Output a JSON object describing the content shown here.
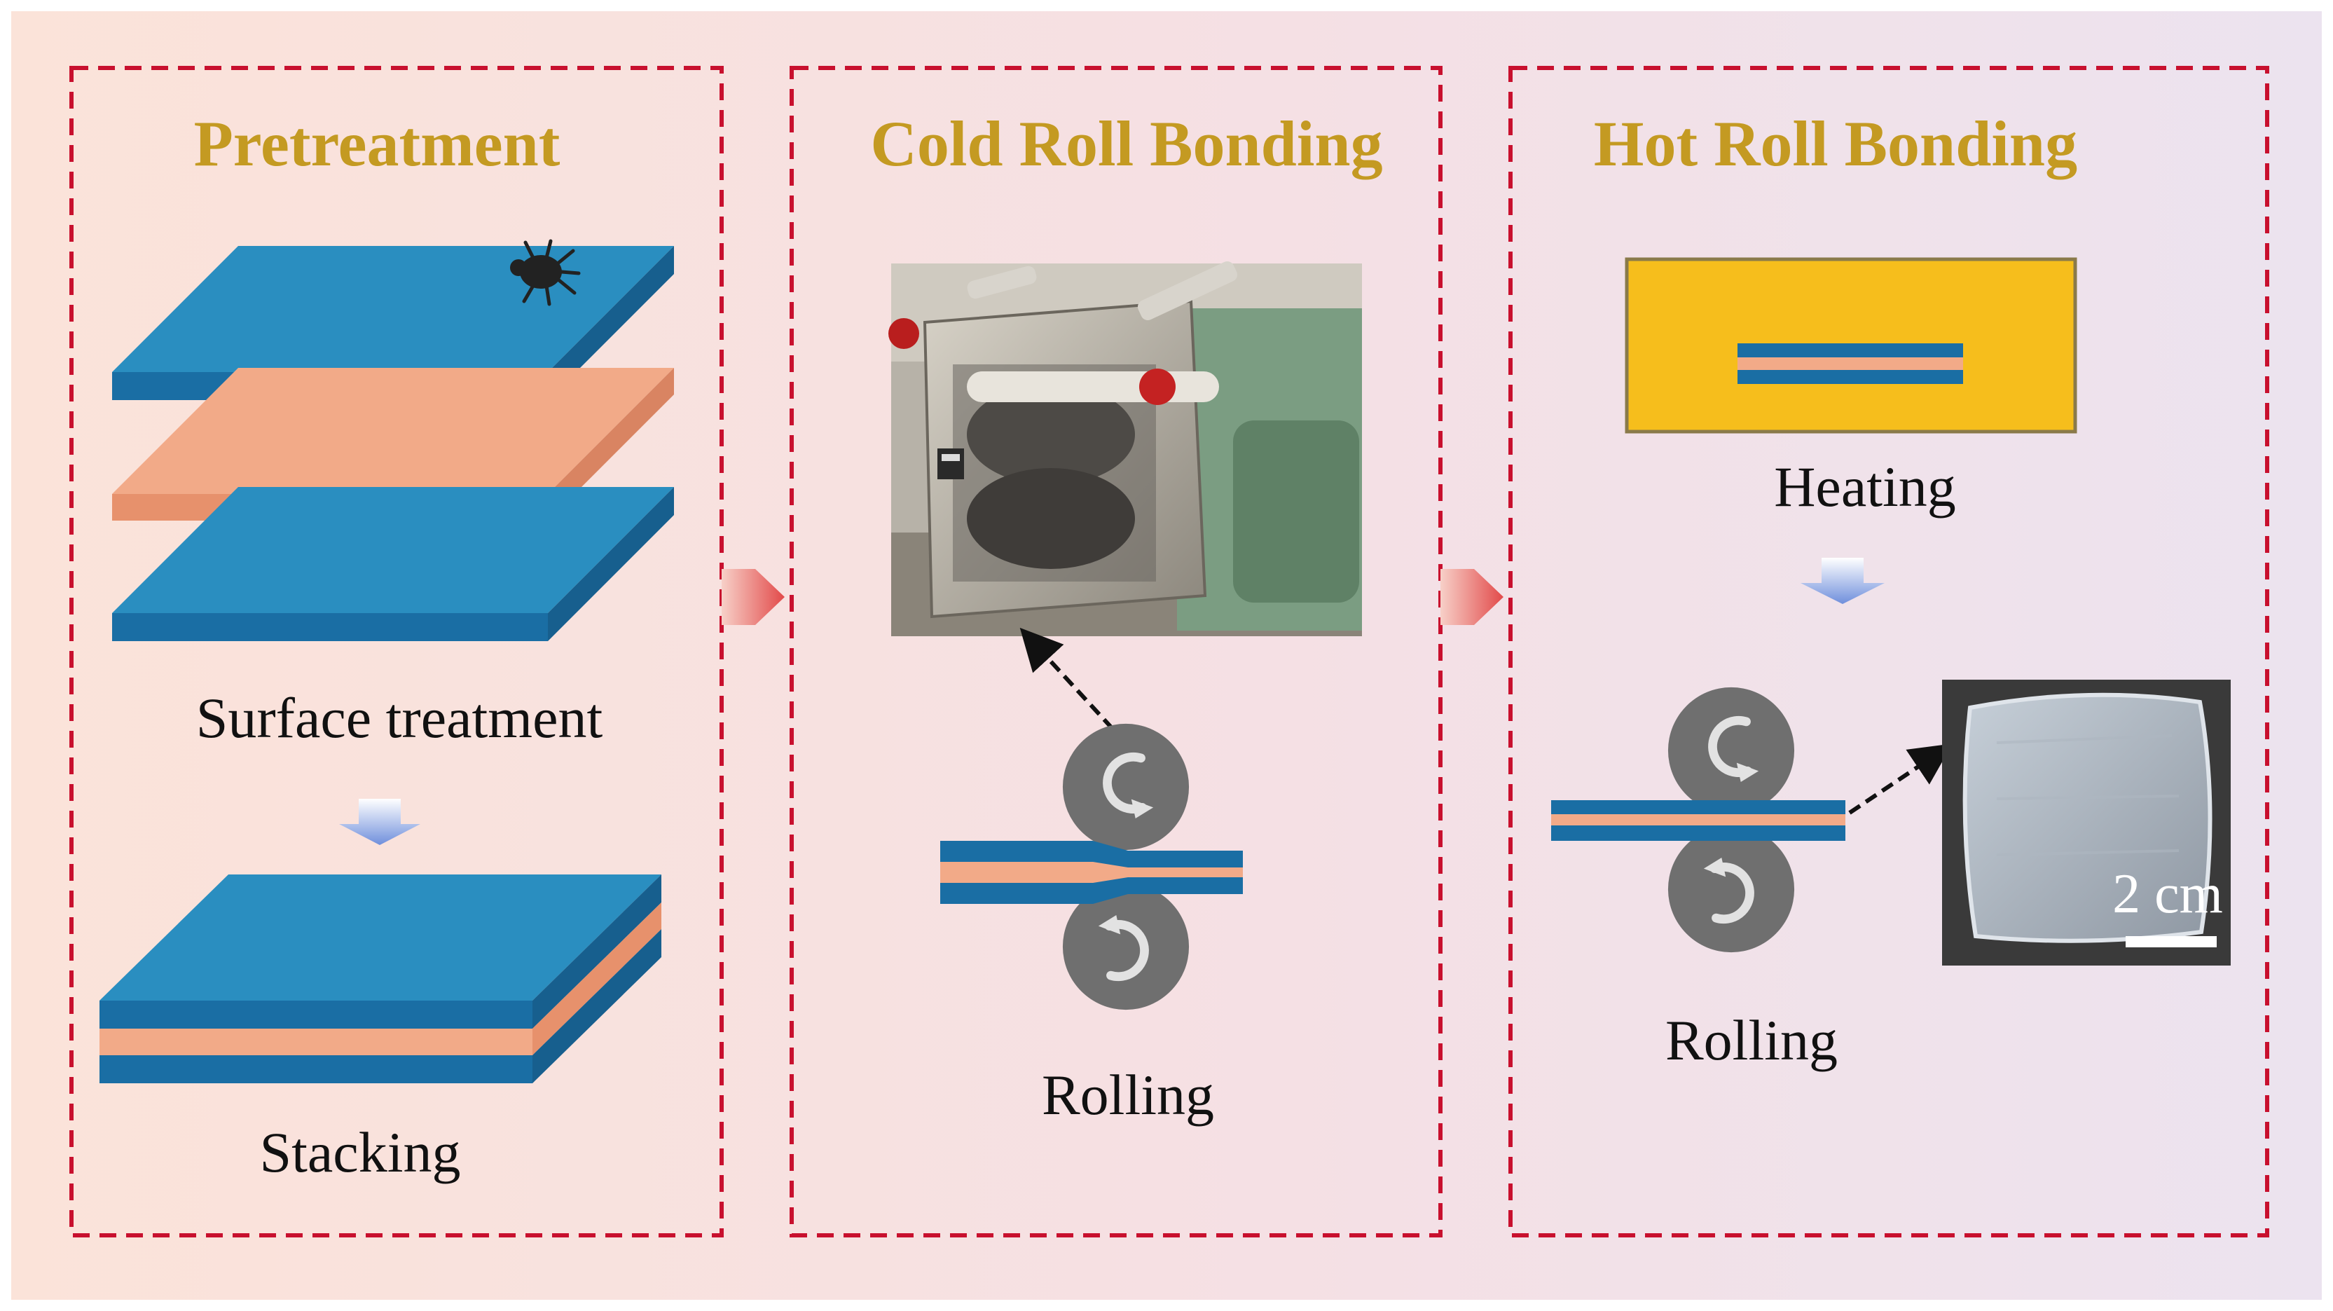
{
  "panels": {
    "pretreatment": {
      "title": "Pretreatment",
      "steps": [
        "Surface treatment",
        "Stacking"
      ]
    },
    "cold_roll_bonding": {
      "title": "Cold Roll Bonding",
      "photo": "rolling-mill-photo",
      "steps": [
        "Rolling"
      ]
    },
    "hot_roll_bonding": {
      "title": "Hot Roll Bonding",
      "steps": [
        "Heating",
        "Rolling"
      ],
      "sample_photo": {
        "scale_bar_label": "2 cm"
      }
    }
  },
  "colors": {
    "title": "#c49a22",
    "dashed_border": "#c8102e",
    "blue_layer": "#1f7fb4",
    "orange_layer": "#f0a784",
    "furnace": "#f6be1c",
    "roller": "#6f6f6f",
    "flow_arrow": "#e86060",
    "down_arrow": "#6f8fdc"
  },
  "icons": [
    "bug-icon",
    "down-arrow-icon",
    "right-arrow-icon",
    "rotation-arrow-icon"
  ]
}
